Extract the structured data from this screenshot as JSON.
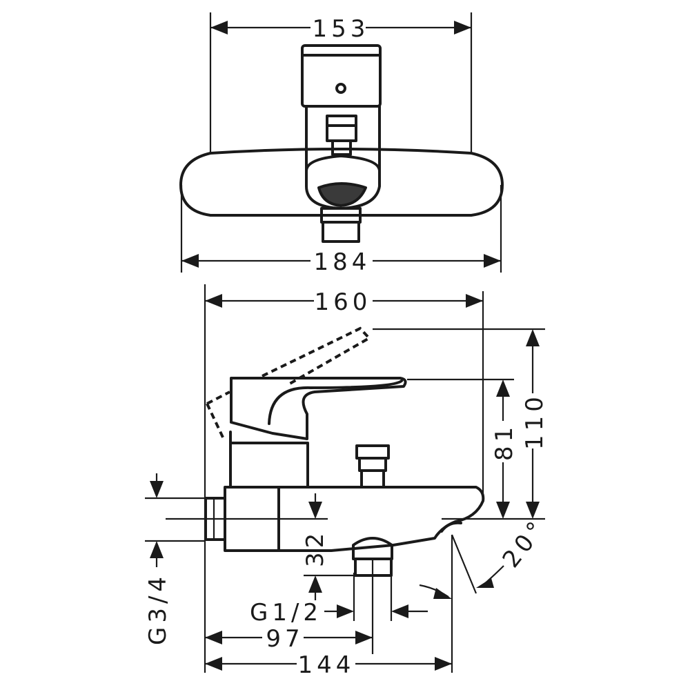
{
  "dimensions": {
    "top_width": "153",
    "plate_width": "184",
    "body_width": "160",
    "total_height": "110",
    "spout_height": "81",
    "wall_offset": "32",
    "inlet_thread": "G3/4",
    "outlet_thread": "G1/2",
    "outlet_distance": "97",
    "spout_reach": "144",
    "spout_angle": "20°"
  }
}
